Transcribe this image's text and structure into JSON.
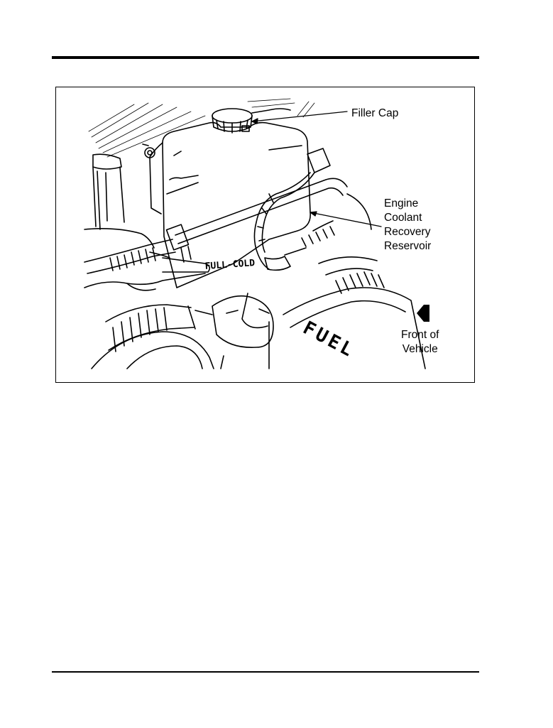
{
  "figure": {
    "callouts": {
      "filler_cap": "Filler Cap",
      "reservoir_line1": "Engine",
      "reservoir_line2": "Coolant",
      "reservoir_line3": "Recovery",
      "reservoir_line4": "Reservoir",
      "front_line1": "Front of",
      "front_line2": "Vehicle"
    },
    "embossed_text": {
      "full_cold_mark": "FULL-COLD",
      "fuel_badge": "FUEL"
    },
    "icons": {
      "direction_arrow": "left-arrow-icon"
    }
  }
}
